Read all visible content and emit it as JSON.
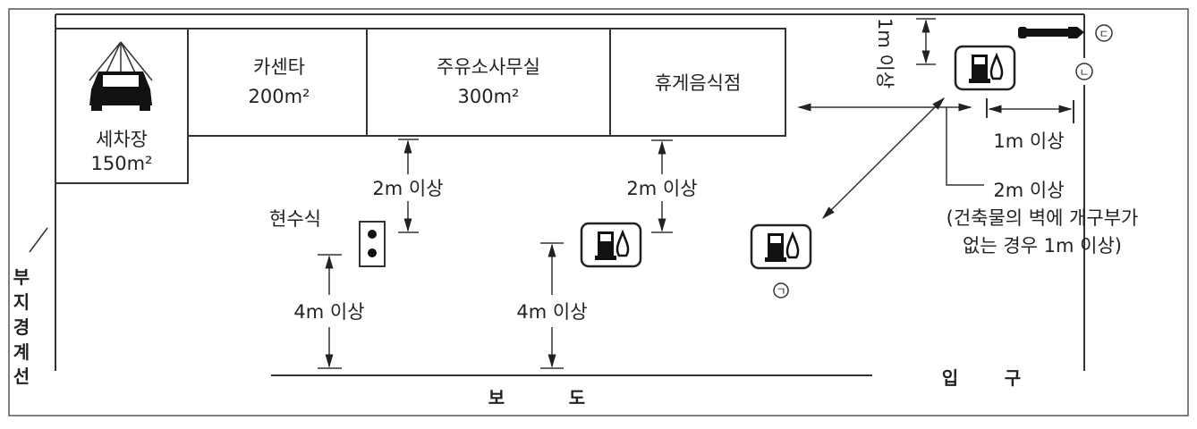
{
  "buildings": [
    {
      "name": "세차장",
      "area": "150m²"
    },
    {
      "name": "카센타",
      "area": "200m²"
    },
    {
      "name": "주유소사무실",
      "area": "300m²"
    },
    {
      "name": "휴게음식점",
      "area": ""
    }
  ],
  "labels": {
    "hanging": "현수식",
    "dist_2m_a": "2m 이상",
    "dist_2m_b": "2m 이상",
    "dist_4m_a": "4m 이상",
    "dist_4m_b": "4m 이상",
    "dist_1m_top": "1m 이상",
    "dist_1m_right": "1m 이상",
    "dist_2m_right": "2m 이상",
    "note_line1": "(건축물의 벽에 개구부가",
    "note_line2": "없는 경우 1m 이상)",
    "marker_a": "ㄱ",
    "marker_b": "ㄴ",
    "marker_c": "ㄷ",
    "entrance_1": "입",
    "entrance_2": "구",
    "sidewalk_1": "보",
    "sidewalk_2": "도",
    "boundary": [
      "부",
      "지",
      "경",
      "계",
      "선"
    ]
  },
  "icons": [
    "car-wash-icon",
    "hanging-dispenser-icon",
    "fuel-pump-icon",
    "arrow-icon"
  ]
}
